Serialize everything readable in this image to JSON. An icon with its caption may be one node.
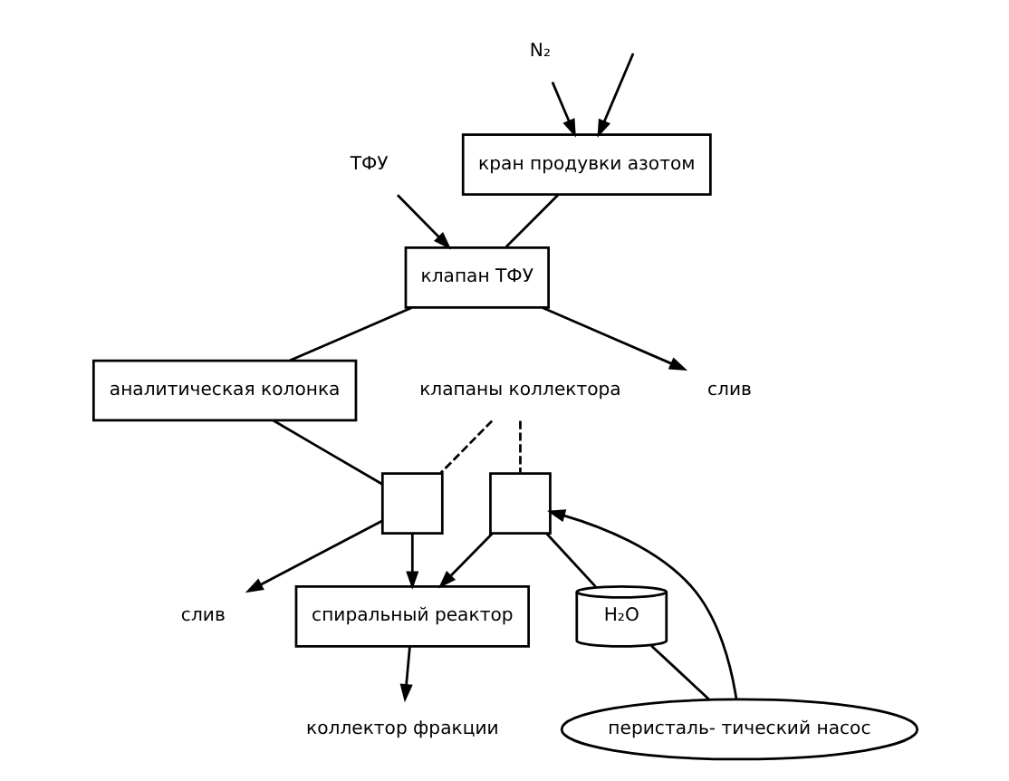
{
  "diagram": {
    "nodes": [
      {
        "text": [
          "кран продувки азотом"
        ]
      },
      {
        "text": [
          "клапан ТФУ"
        ]
      },
      {
        "text": [
          "N₂"
        ]
      },
      {
        "text": [
          "слив"
        ]
      },
      {
        "text": [
          "ТФУ"
        ]
      },
      {
        "text": [
          "аналитическая колонка"
        ]
      },
      {
        "text": [],
        "shape": "box"
      },
      {
        "text": [],
        "shape": "box"
      },
      {
        "text": [
          "клапаны коллектора"
        ]
      },
      {
        "text": [
          "слив"
        ]
      },
      {
        "text": [
          "спиральный реактор"
        ]
      },
      {
        "text": [
          "коллектор фракции"
        ]
      },
      {
        "text": [
          "перисталь- тический насос"
        ]
      },
      {
        "text": [
          "H₂O"
        ]
      }
    ],
    "edges": [
      {
        "from": null,
        "to": 0,
        "arrow": "to"
      },
      {
        "from": 2,
        "to": 0,
        "arrow": "to"
      },
      {
        "from": 0,
        "to": 1,
        "arrow": "none"
      },
      {
        "from": 1,
        "to": 3,
        "arrow": "to"
      },
      {
        "from": 4,
        "to": 1,
        "arrow": "to"
      },
      {
        "from": 1,
        "to": 5,
        "arrow": "none"
      },
      {
        "from": 5,
        "to": 6,
        "arrow": "none"
      },
      {
        "from": 6,
        "to": 9,
        "arrow": "to"
      },
      {
        "from": 6,
        "to": 10,
        "arrow": "to"
      },
      {
        "from": 7,
        "to": 10,
        "arrow": "to"
      },
      {
        "from": 10,
        "to": 11,
        "arrow": "to"
      },
      {
        "from": 12,
        "to": 7,
        "arrow": "to"
      },
      {
        "from": 13,
        "to": 12,
        "arrow": "none"
      },
      {
        "from": 7,
        "to": 13,
        "arrow": "none"
      },
      {
        "from": 8,
        "to": 6,
        "arrow": "none",
        "style": "dashed"
      },
      {
        "from": 8,
        "to": 7,
        "arrow": "none",
        "style": "dashed"
      }
    ]
  }
}
